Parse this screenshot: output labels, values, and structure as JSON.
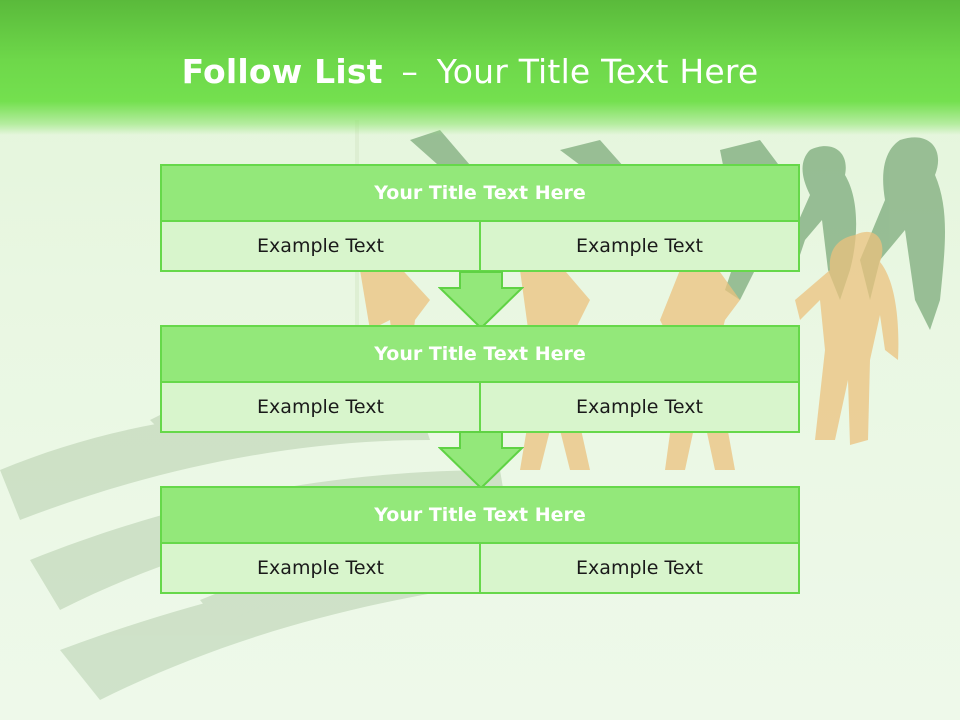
{
  "slide": {
    "title_bold": "Follow List",
    "title_separator": "–",
    "title_rest": "Your Title Text Here"
  },
  "blocks": [
    {
      "title": "Your Title Text Here",
      "left": "Example Text",
      "right": "Example Text"
    },
    {
      "title": "Your Title Text Here",
      "left": "Example Text",
      "right": "Example Text"
    },
    {
      "title": "Your Title Text Here",
      "left": "Example Text",
      "right": "Example Text"
    }
  ],
  "colors": {
    "header_green": "#6ed84a",
    "block_title_bg": "#93e87a",
    "block_cell_bg": "#d8f5cc",
    "border_green": "#66d84a",
    "arrow_fill": "#93e87a"
  },
  "icons": {
    "connector": "down-arrow-icon",
    "background": "paper-people-chain-illustration"
  }
}
